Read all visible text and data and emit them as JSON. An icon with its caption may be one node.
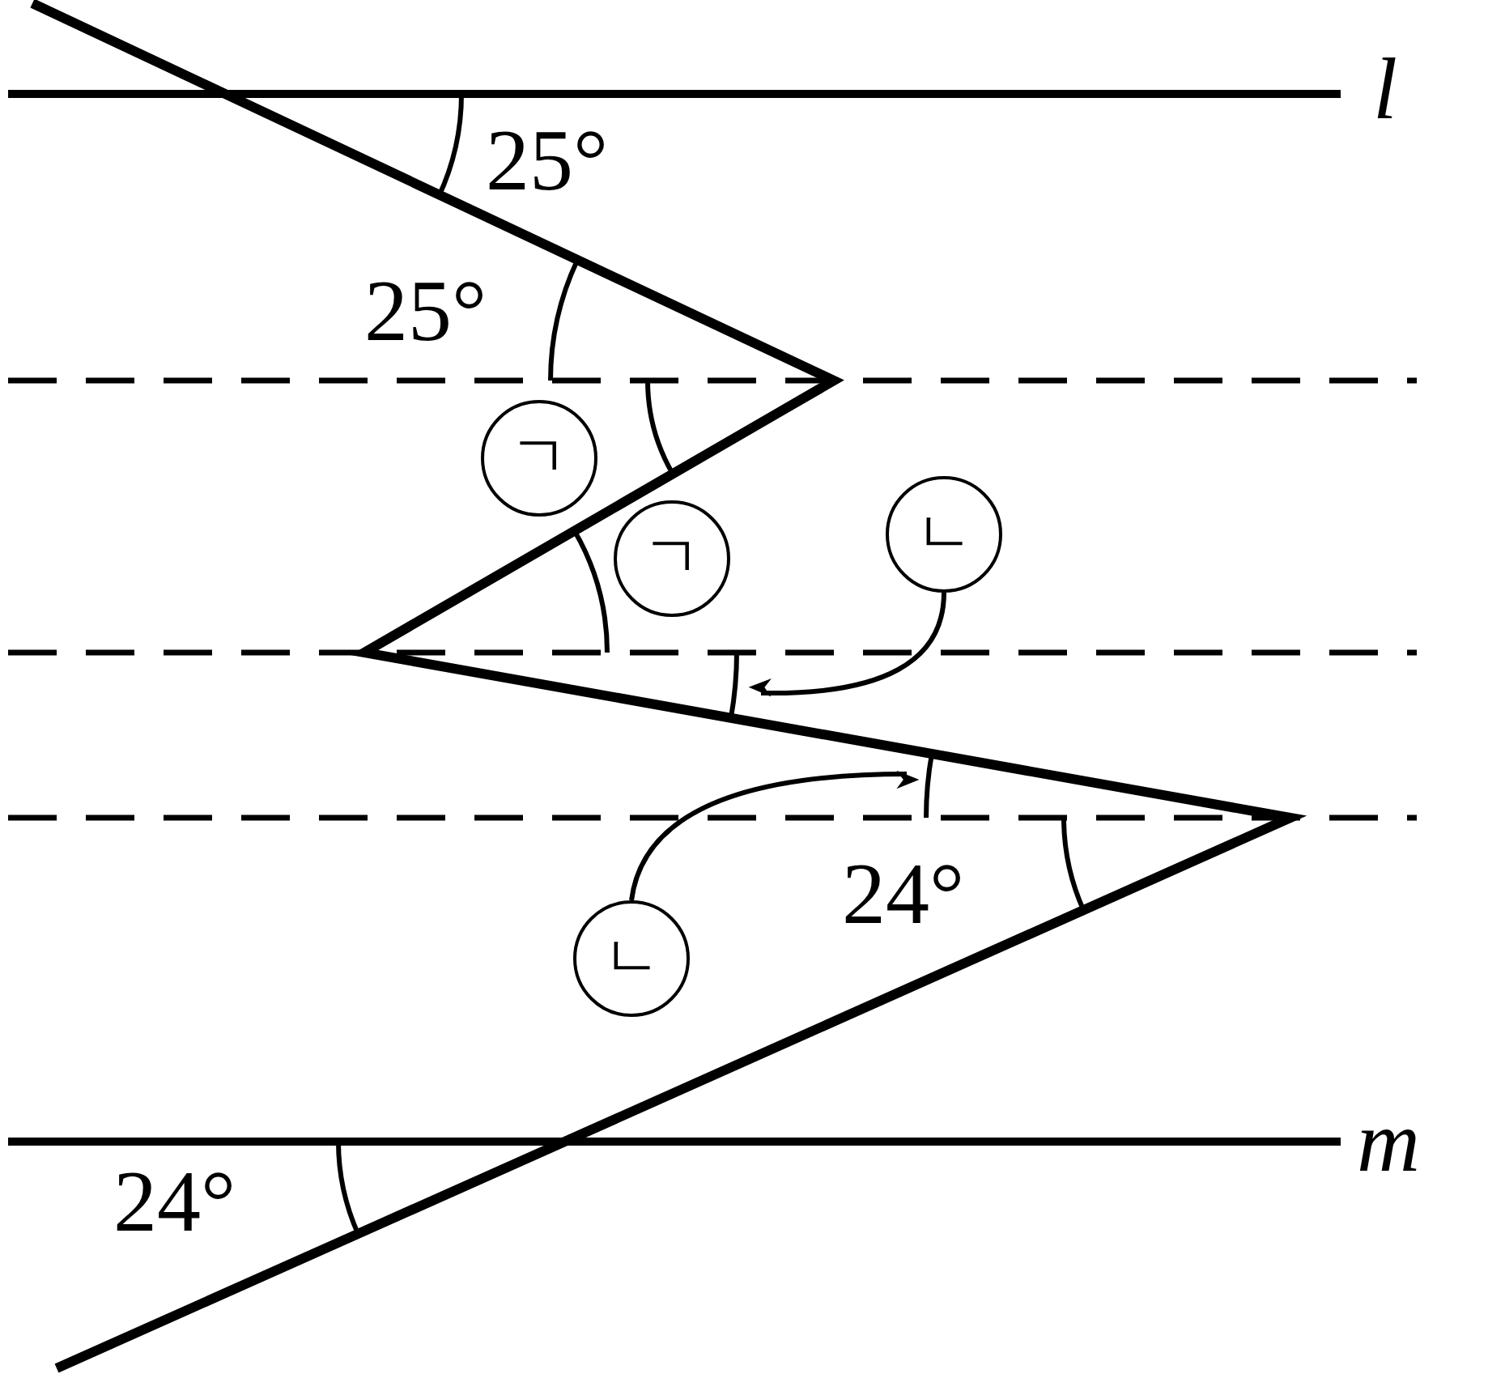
{
  "diagram": {
    "nodes": [
      {
        "text": [
          "ㄱ"
        ]
      },
      {
        "text": [
          "ㄴ"
        ]
      },
      {
        "text": [
          "ㄱ"
        ]
      },
      {
        "text": [
          "ㄴ"
        ]
      }
    ],
    "edges": [
      {
        "from": 1,
        "to": null,
        "arrow": "to"
      },
      {
        "from": 3,
        "to": null,
        "arrow": "to"
      }
    ],
    "labels": [
      "l",
      "25°",
      "25°",
      "24°",
      "m",
      "24°"
    ]
  }
}
